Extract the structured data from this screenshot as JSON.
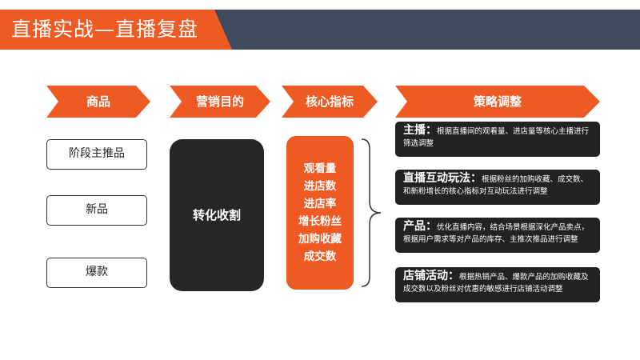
{
  "header": {
    "title": "直播实战—直播复盘"
  },
  "colors": {
    "accent": "#ee5a24",
    "navy": "#3f4a5c",
    "dark": "#222222"
  },
  "columns": {
    "product": "商品",
    "goal": "营销目的",
    "metrics": "核心指标",
    "strategy": "策略调整"
  },
  "products": [
    "阶段主推品",
    "新品",
    "爆款"
  ],
  "goal": "转化收割",
  "metrics": [
    "观看量",
    "进店数",
    "进店率",
    "增长粉丝",
    "加购收藏",
    "成交数"
  ],
  "strategies": [
    {
      "title": "主播：",
      "text": "根据直播间的观看量、进店量等核心主播进行筛选调整"
    },
    {
      "title": "直播互动玩法：",
      "text": "根据粉丝的加购收藏、成交数、和新粉增长的核心指标对互动玩法进行调整"
    },
    {
      "title": "产品：",
      "text": "优化直播内容，结合场景根据深化产品卖点，根据用户需求等对产品的库存、主推次推品进行调整"
    },
    {
      "title": "店铺活动：",
      "text": "根据热销产品、爆款产品的加购收藏及成交数以及粉丝对优惠的敏感进行店铺活动调整"
    }
  ]
}
